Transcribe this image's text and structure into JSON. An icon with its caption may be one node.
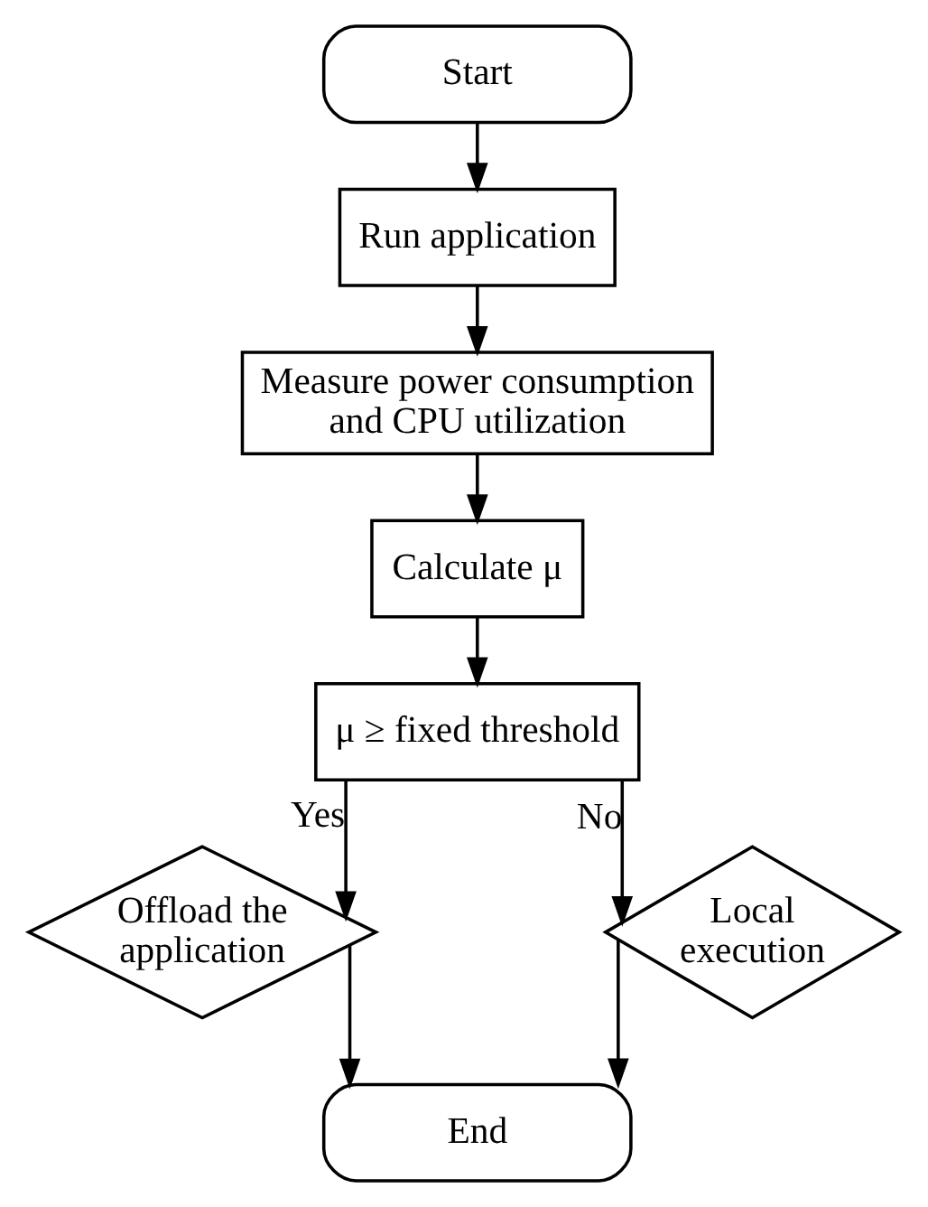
{
  "diagram": {
    "nodes": [
      {
        "text": [
          "Start"
        ]
      },
      {
        "text": [
          "Run application"
        ]
      },
      {
        "text": [
          "Measure power consumption and CPU utilization"
        ]
      },
      {
        "text": [
          "Calculate μ"
        ]
      },
      {
        "text": [
          "μ ≥ fixed threshold"
        ]
      },
      {
        "text": [
          "Offload the application"
        ]
      },
      {
        "text": [
          "Local execution"
        ]
      },
      {
        "text": [
          "End"
        ]
      }
    ],
    "edges": [
      {
        "from": 0,
        "to": 1,
        "arrow": "to"
      },
      {
        "from": 1,
        "to": 2,
        "arrow": "to"
      },
      {
        "from": 2,
        "to": 3,
        "arrow": "to"
      },
      {
        "from": 3,
        "to": 4,
        "arrow": "to"
      },
      {
        "from": 4,
        "to": 5,
        "arrow": "to",
        "label": "Yes"
      },
      {
        "from": 4,
        "to": 6,
        "arrow": "to",
        "label": "No"
      },
      {
        "from": 5,
        "to": 7,
        "arrow": "to"
      },
      {
        "from": 6,
        "to": 7,
        "arrow": "to"
      }
    ]
  }
}
